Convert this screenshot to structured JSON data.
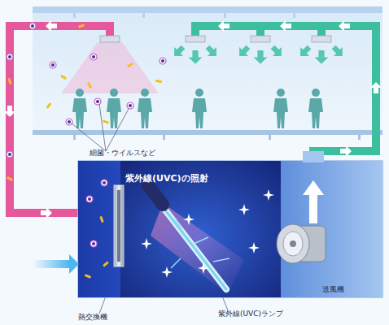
{
  "diagram": {
    "nodes": [
      {
        "text": [
          "紫外線(UVC)の照射"
        ]
      }
    ],
    "labels": [
      "細菌・ウイルスなど",
      "熱交換機",
      "紫外線(UVC)ランプ",
      "送風機"
    ]
  }
}
